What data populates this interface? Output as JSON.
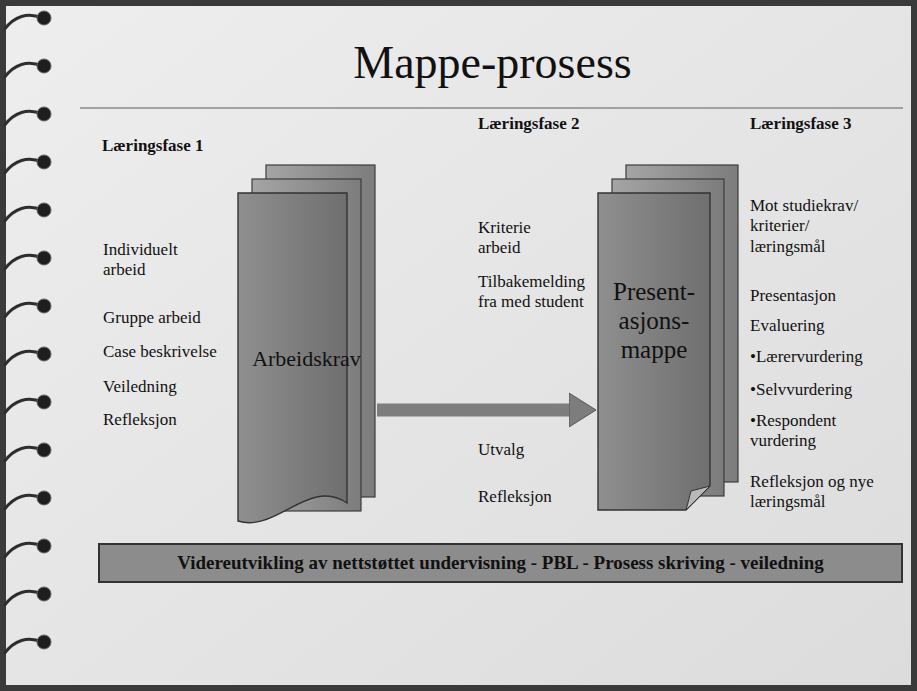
{
  "diagram": {
    "title": "Mappe-prosess",
    "nodes": [
      {
        "text": [
          "Arbeidskrav"
        ]
      },
      {
        "text": [
          "Present- asjons- mappe"
        ]
      },
      {
        "text": [
          "Videreutvikling av nettstøttet undervisning - PBL - Prosess skriving - veiledning"
        ]
      }
    ],
    "edges": [
      {
        "from": 0,
        "to": 1,
        "arrow": "to"
      }
    ],
    "labels": [
      "Læringsfase 1",
      "Læringsfase 2",
      "Læringsfase 3",
      "Individuelt arbeid",
      "Gruppe arbeid",
      "Case beskrivelse",
      "Veiledning",
      "Refleksjon",
      "Kriterie arbeid",
      "Tilbakemelding fra med student",
      "Utvalg",
      "Refleksjon",
      "Mot studiekrav/ kriterier/ læringsmål",
      "Presentasjon",
      "Evaluering",
      "•Lærervurdering",
      "•Selvvurdering",
      "•Respondent vurdering",
      "Refleksjon og nye læringsmål"
    ]
  }
}
